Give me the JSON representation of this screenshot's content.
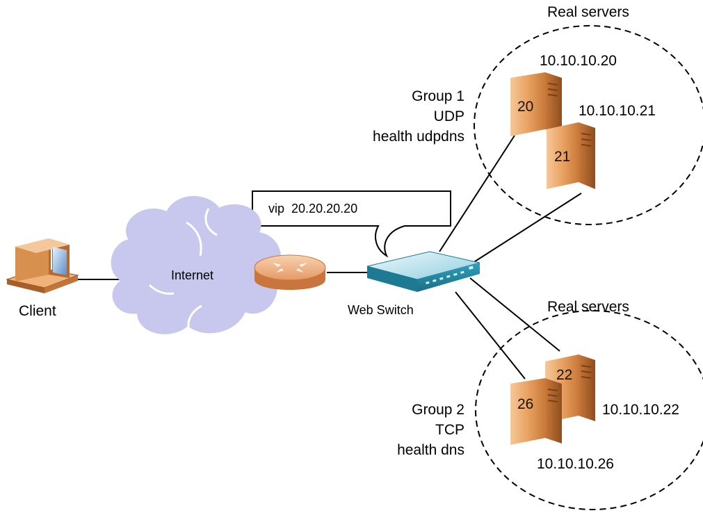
{
  "client": {
    "label": "Client"
  },
  "internet": {
    "label": "Internet"
  },
  "switch": {
    "label": "Web Switch"
  },
  "callout": {
    "vip_label": "vip",
    "vip_address": "20.20.20.20"
  },
  "group1": {
    "heading": "Real servers",
    "line1": "Group 1",
    "line2": "UDP",
    "line3": "health udpdns",
    "servers": [
      {
        "number": "20",
        "ip": "10.10.10.20"
      },
      {
        "number": "21",
        "ip": "10.10.10.21"
      }
    ]
  },
  "group2": {
    "heading": "Real servers",
    "line1": "Group 2",
    "line2": "TCP",
    "line3": "health dns",
    "servers": [
      {
        "number": "22",
        "ip": "10.10.10.22"
      },
      {
        "number": "26",
        "ip": "10.10.10.26"
      }
    ]
  },
  "colors": {
    "cloud": "#c5c5ee",
    "server": "#e8a468",
    "server_dark": "#b86a2e",
    "switch": "#3aa8c4",
    "router": "#e8a070"
  }
}
